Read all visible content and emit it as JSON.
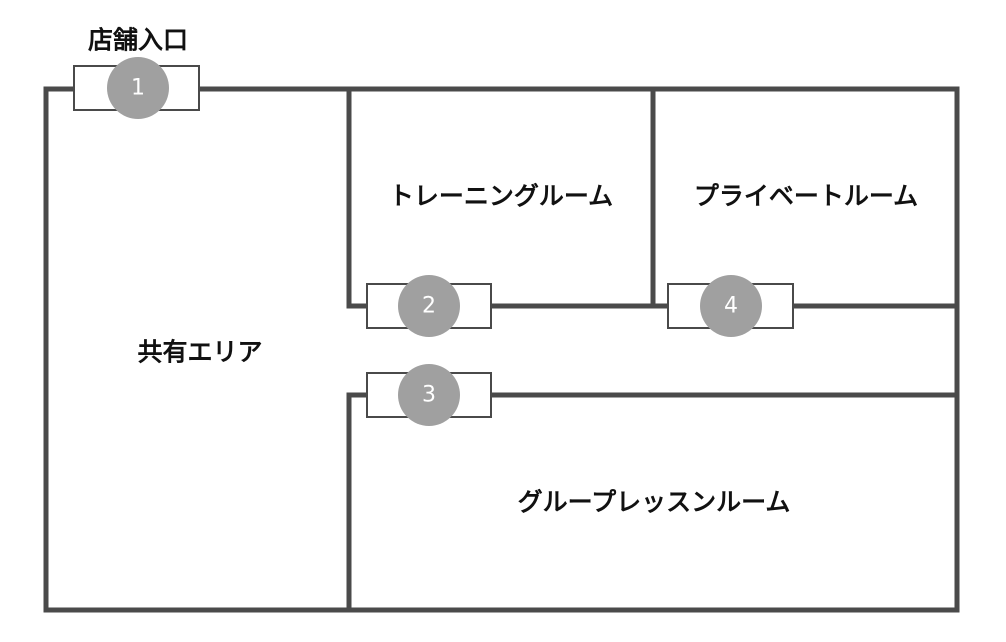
{
  "entrance_label": "店舗入口",
  "rooms": {
    "shared": "共有エリア",
    "training": "トレーニングルーム",
    "private": "プライベートルーム",
    "group": "グループレッスンルーム"
  },
  "doors": {
    "d1": "1",
    "d2": "2",
    "d3": "3",
    "d4": "4"
  },
  "colors": {
    "wall": "#4a4a4a",
    "door_badge": "#a0a0a0",
    "text": "#111111"
  }
}
